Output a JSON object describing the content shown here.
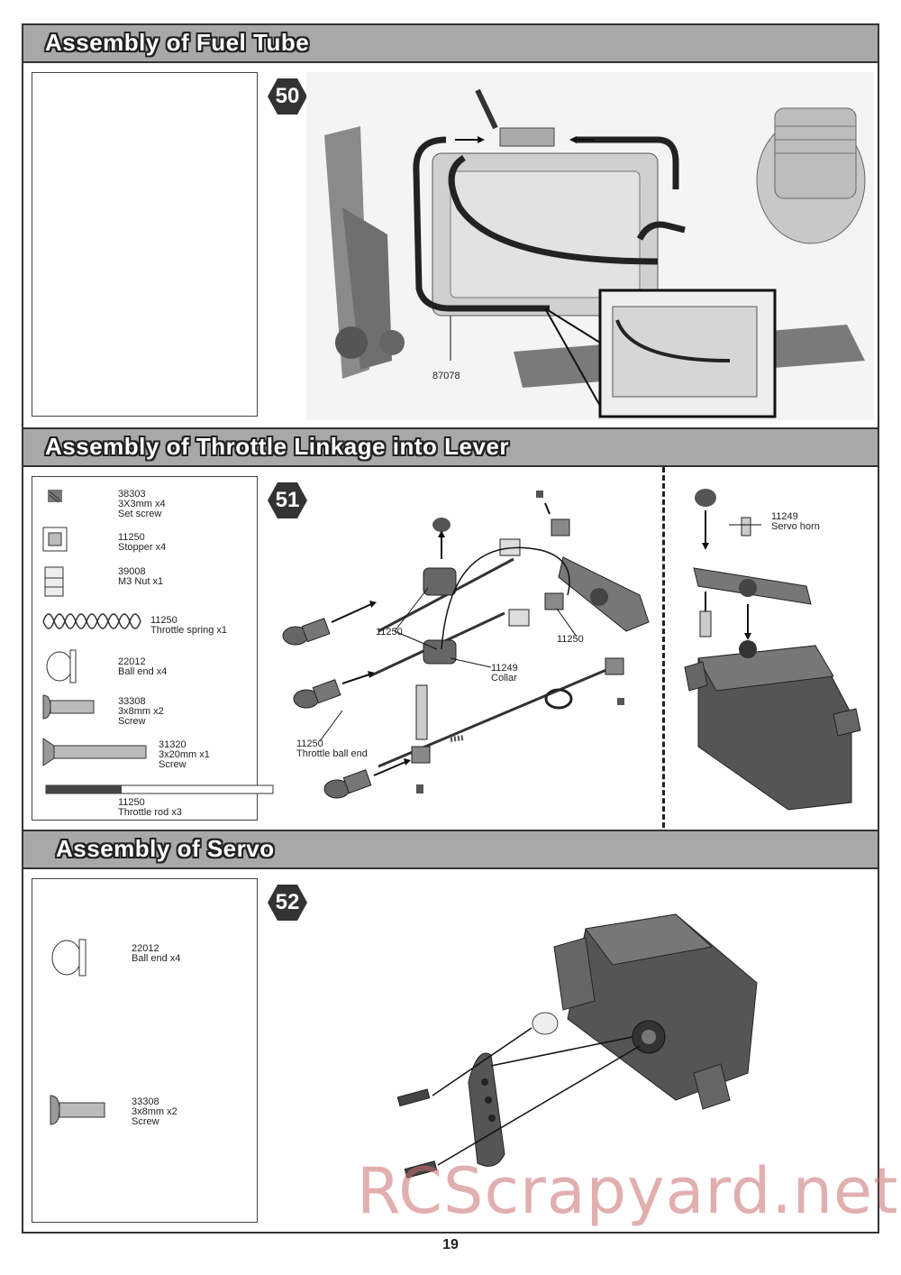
{
  "sections": [
    {
      "title": "Assembly of Fuel Tube",
      "step": "50"
    },
    {
      "title": "Assembly of Throttle Linkage into Lever",
      "step": "51"
    },
    {
      "title": "Assembly of  Servo",
      "step": "52"
    }
  ],
  "fuel_tube": {
    "callout_part": "87078"
  },
  "throttle_parts": [
    {
      "label": "38303\n3X3mm x4\nSet screw"
    },
    {
      "label": "11250\nStopper x4"
    },
    {
      "label": "39008\nM3 Nut x1"
    },
    {
      "label": "11250\nThrottle spring x1"
    },
    {
      "label": "22012\nBall end x4"
    },
    {
      "label": "33308\n3x8mm x2\nScrew"
    },
    {
      "label": "31320\n3x20mm x1\nScrew"
    },
    {
      "label": "11250\nThrottle rod x3"
    }
  ],
  "throttle_callouts": {
    "c1": "11250",
    "c2": "11250",
    "c3": "11249\nCollar",
    "c4": "11250\nThrottle ball end",
    "c5": "11249\nServo horn"
  },
  "servo_parts": [
    {
      "label": "22012\nBall end x4"
    },
    {
      "label": "33308\n3x8mm x2\nScrew"
    }
  ],
  "page_number": "19",
  "watermark": "RCScrapyard.net"
}
